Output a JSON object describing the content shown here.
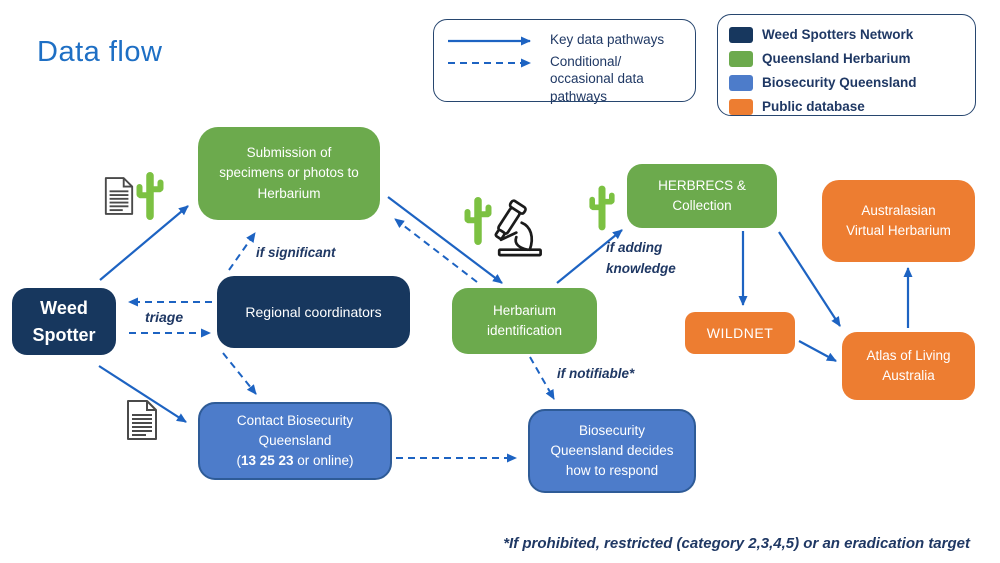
{
  "title": "Data flow",
  "pathway_legend": {
    "key": "Key data pathways",
    "conditional": "Conditional/ occasional data pathways"
  },
  "org_legend": {
    "items": [
      {
        "label": "Weed Spotters Network",
        "color": "#17375E"
      },
      {
        "label": "Queensland Herbarium",
        "color": "#6CAA4D"
      },
      {
        "label": "Biosecurity Queensland",
        "color": "#4D7CCA"
      },
      {
        "label": "Public database",
        "color": "#ED7D31"
      }
    ]
  },
  "nodes": {
    "weed_spotter": {
      "label": "Weed\nSpotter",
      "org": "Weed Spotters Network"
    },
    "submission": {
      "label": "Submission of\nspecimens or photos to\nHerbarium",
      "org": "Queensland Herbarium"
    },
    "regional": {
      "label": "Regional coordinators",
      "org": "Weed Spotters Network"
    },
    "contact_bq": {
      "title": "Contact Biosecurity\nQueensland",
      "phone_open": "(",
      "phone": "13 25 23",
      "phone_close": " or online)",
      "org": "Biosecurity Queensland"
    },
    "herbarium_id": {
      "label": "Herbarium\nidentification",
      "org": "Queensland Herbarium"
    },
    "herbrecs": {
      "label": "HERBRECS &\nCollection",
      "org": "Queensland Herbarium"
    },
    "wildnet": {
      "label": "WILDNET",
      "org": "Public database"
    },
    "avh": {
      "label": "Australasian\nVirtual Herbarium",
      "org": "Public database"
    },
    "atlas": {
      "label": "Atlas of Living\nAustralia",
      "org": "Public database"
    },
    "bq_decides": {
      "label": "Biosecurity\nQueensland decides\nhow to respond",
      "org": "Biosecurity Queensland"
    }
  },
  "edge_labels": {
    "triage": "triage",
    "if_significant": "if significant",
    "if_adding_knowledge": "if adding\nknowledge",
    "if_notifiable": "if notifiable*"
  },
  "footnote": "*If prohibited, restricted (category 2,3,4,5) or an eradication target",
  "colors": {
    "weed_spotters_network": "#17375E",
    "queensland_herbarium": "#6CAA4D",
    "biosecurity_queensland": "#4D7CCA",
    "public_database": "#ED7D31",
    "arrow_blue": "#1D63C2",
    "title_blue": "#1E6FC4",
    "label_navy": "#1F3864",
    "cactus_green": "#7CC142"
  }
}
